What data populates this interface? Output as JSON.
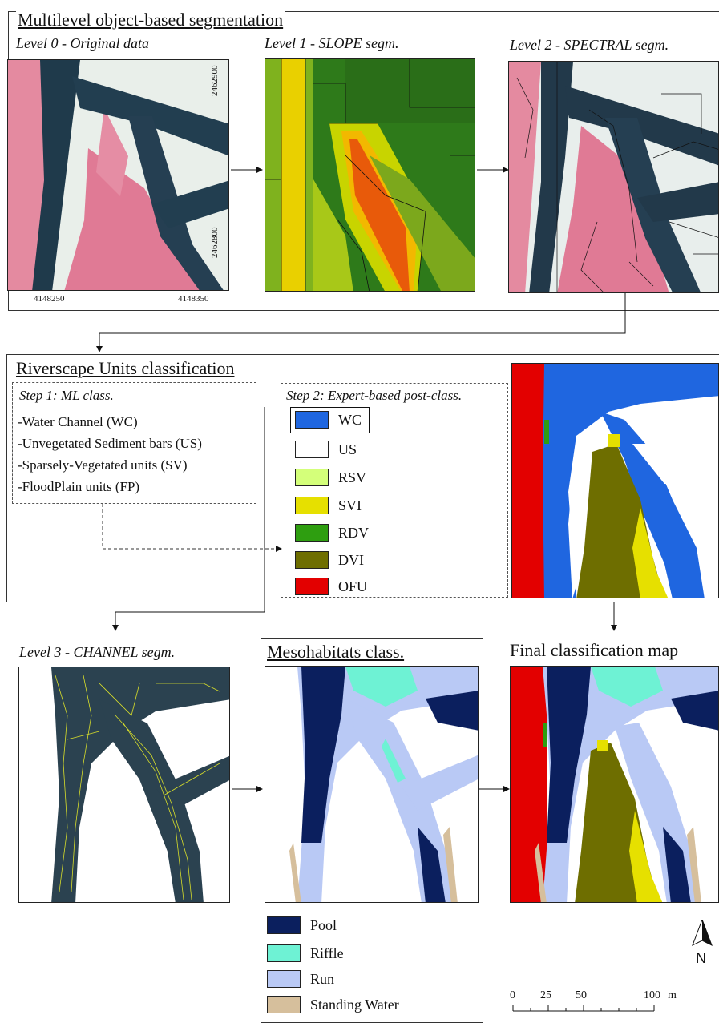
{
  "section1": {
    "title": "Multilevel object-based segmentation",
    "level0": "Level 0 - Original data",
    "level1": "Level 1 - SLOPE segm.",
    "level2": "Level 2 - SPECTRAL segm.",
    "coords": {
      "y_top": "2462900",
      "y_bottom": "2462800",
      "x_left": "4148250",
      "x_right": "4148350"
    }
  },
  "section2": {
    "title": "Riverscape Units classification",
    "step1": "Step 1: ML class.",
    "step1_items": [
      "-Water Channel (WC)",
      "-Unvegetated Sediment bars (US)",
      "-Sparsely-Vegetated units (SV)",
      "-FloodPlain units (FP)"
    ],
    "step2": "Step 2: Expert-based post-class.",
    "legend": [
      {
        "label": "WC",
        "color": "#1f66e0"
      },
      {
        "label": "US",
        "color": "#ffffff"
      },
      {
        "label": "RSV",
        "color": "#d4ff7a"
      },
      {
        "label": "SVI",
        "color": "#e6e000"
      },
      {
        "label": "RDV",
        "color": "#2e9e10"
      },
      {
        "label": "DVI",
        "color": "#6e6e00"
      },
      {
        "label": "OFU",
        "color": "#e30000"
      }
    ]
  },
  "section3": {
    "level3": "Level 3 - CHANNEL segm.",
    "meso_title": "Mesohabitats class.",
    "final_title": "Final classification map",
    "meso_legend": [
      {
        "label": "Pool",
        "color": "#0b1f5e"
      },
      {
        "label": "Riffle",
        "color": "#6ef2d4"
      },
      {
        "label": "Run",
        "color": "#b9c9f5"
      },
      {
        "label": "Standing Water",
        "color": "#d6bf9c"
      }
    ],
    "north": "N",
    "scale": {
      "ticks": [
        "0",
        "25",
        "50",
        "100"
      ],
      "unit": "m"
    }
  },
  "colors": {
    "water": "#22394a",
    "veg_pink": "#e07a95",
    "sand": "#eef2ef"
  }
}
